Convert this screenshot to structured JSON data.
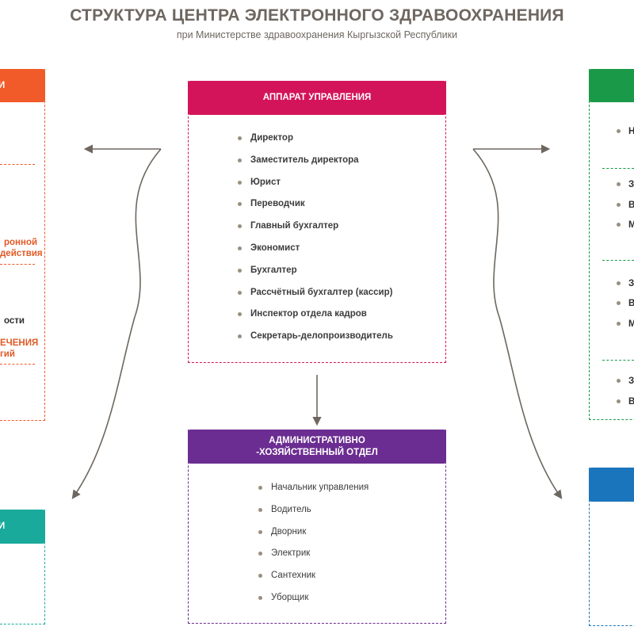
{
  "header": {
    "title": "СТРУКТУРА ЦЕНТРА ЭЛЕКТРОННОГО ЗДРАВООХРАНЕНИЯ",
    "subtitle": "при Министерстве здравоохранения Кыргызской Республики"
  },
  "colors": {
    "magenta": "#d4145a",
    "purple": "#6b2d91",
    "orange": "#f15a29",
    "teal": "#1aaa9c",
    "green": "#1a9a48",
    "blue": "#1b75bc",
    "arrow": "#6e6760"
  },
  "apparatus": {
    "title": "АППАРАТ УПРАВЛЕНИЯ",
    "items": [
      "Директор",
      "Заместитель директора",
      "Юрист",
      "Переводчик",
      "Главный бухгалтер",
      "Экономист",
      "Бухгалтер",
      "Рассчётный бухгалтер (кассир)",
      "Инспектор отдела кадров",
      "Секретарь-делопроизводитель"
    ]
  },
  "admin_department": {
    "title_line1": "АДМИНИСТРАТИВНО",
    "title_line2": "-ХОЗЯЙСТВЕННЫЙ ОТДЕЛ",
    "items": [
      "Начальник управления",
      "Водитель",
      "Дворник",
      "Электрик",
      "Сантехник",
      "Уборщик"
    ]
  },
  "left_top_box": {
    "title_fragment": "И",
    "fragments": [
      "ронной",
      "действия",
      "ости",
      "ЕЧЕНИЯ",
      "гий"
    ]
  },
  "left_bottom_box": {
    "title_fragment": "И"
  },
  "right_top_box": {
    "items": [
      "Н",
      "З",
      "В",
      "М",
      "З",
      "В",
      "М",
      "З",
      "В"
    ]
  }
}
